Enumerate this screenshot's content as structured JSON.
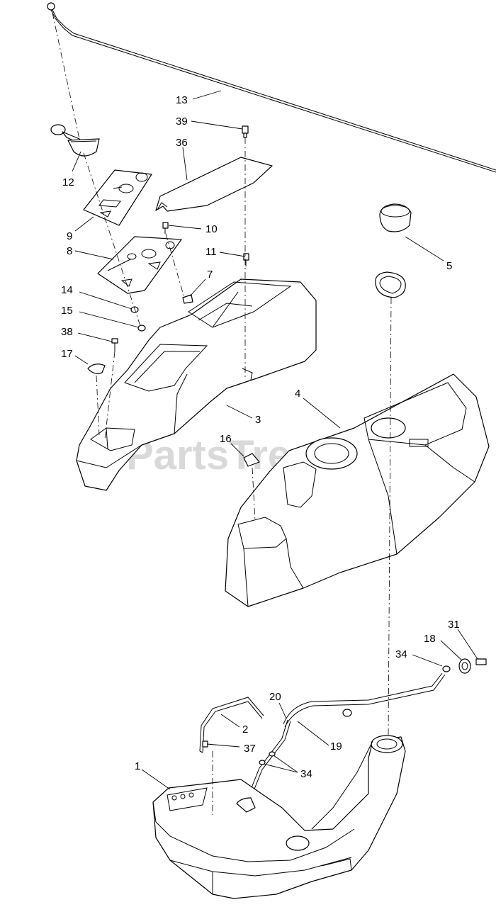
{
  "watermark": "PartsTree",
  "callouts": [
    {
      "id": "13",
      "text": "13"
    },
    {
      "id": "39",
      "text": "39"
    },
    {
      "id": "36",
      "text": "36"
    },
    {
      "id": "12",
      "text": "12"
    },
    {
      "id": "9",
      "text": "9"
    },
    {
      "id": "10",
      "text": "10"
    },
    {
      "id": "8",
      "text": "8"
    },
    {
      "id": "11",
      "text": "11"
    },
    {
      "id": "5",
      "text": "5"
    },
    {
      "id": "7",
      "text": "7"
    },
    {
      "id": "14",
      "text": "14"
    },
    {
      "id": "15",
      "text": "15"
    },
    {
      "id": "38",
      "text": "38"
    },
    {
      "id": "17",
      "text": "17"
    },
    {
      "id": "4",
      "text": "4"
    },
    {
      "id": "3",
      "text": "3"
    },
    {
      "id": "16",
      "text": "16"
    },
    {
      "id": "31",
      "text": "31"
    },
    {
      "id": "18",
      "text": "18"
    },
    {
      "id": "34a",
      "text": "34"
    },
    {
      "id": "20",
      "text": "20"
    },
    {
      "id": "2",
      "text": "2"
    },
    {
      "id": "19",
      "text": "19"
    },
    {
      "id": "37",
      "text": "37"
    },
    {
      "id": "1",
      "text": "1"
    },
    {
      "id": "34b",
      "text": "34"
    }
  ]
}
